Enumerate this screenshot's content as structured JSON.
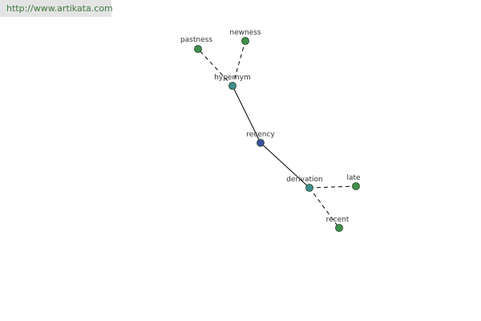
{
  "header": {
    "url": "http://www.artikata.com"
  },
  "colors": {
    "center_node": "#3a4fa0",
    "relation_node": "#3f8f8f",
    "word_node": "#3f8f4a",
    "edge": "#000000",
    "url_text": "#3c7a3c"
  },
  "graph": {
    "nodes": [
      {
        "id": "recency",
        "label": "recency",
        "kind": "center"
      },
      {
        "id": "hypernym",
        "label": "hypernym",
        "kind": "relation"
      },
      {
        "id": "derivation",
        "label": "derivation",
        "kind": "relation"
      },
      {
        "id": "pastness",
        "label": "pastness",
        "kind": "word"
      },
      {
        "id": "newness",
        "label": "newness",
        "kind": "word"
      },
      {
        "id": "late",
        "label": "late",
        "kind": "word"
      },
      {
        "id": "recent",
        "label": "recent",
        "kind": "word"
      }
    ],
    "edges": [
      {
        "from": "recency",
        "to": "hypernym",
        "style": "solid"
      },
      {
        "from": "recency",
        "to": "derivation",
        "style": "solid"
      },
      {
        "from": "hypernym",
        "to": "pastness",
        "style": "dashed"
      },
      {
        "from": "hypernym",
        "to": "newness",
        "style": "dashed"
      },
      {
        "from": "derivation",
        "to": "late",
        "style": "dashed"
      },
      {
        "from": "derivation",
        "to": "recent",
        "style": "dashed"
      }
    ]
  }
}
